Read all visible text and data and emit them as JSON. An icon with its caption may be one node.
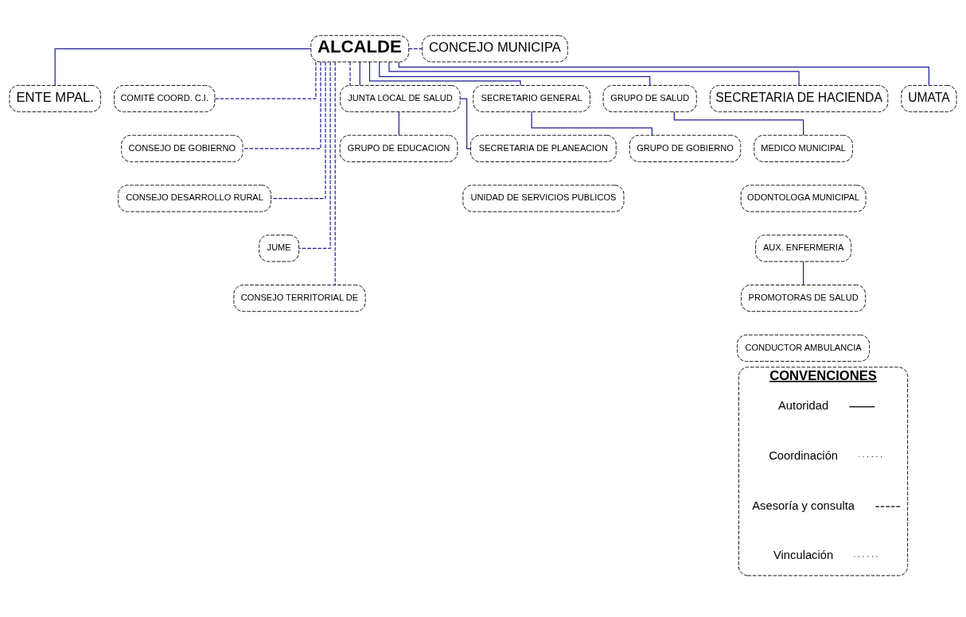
{
  "diagram": {
    "nodes": [
      {
        "text": [
          "ALCALDE"
        ]
      },
      {
        "text": [
          "CONCEJO MUNICIPA"
        ]
      },
      {
        "text": [
          "ENTE MPAL."
        ]
      },
      {
        "text": [
          "COMITÉ COORD. C.I."
        ]
      },
      {
        "text": [
          "CONSEJO DE GOBIERNO"
        ]
      },
      {
        "text": [
          "CONSEJO DESARROLLO RURAL"
        ]
      },
      {
        "text": [
          "JUME"
        ]
      },
      {
        "text": [
          "CONSEJO TERRITORIAL DE"
        ]
      },
      {
        "text": [
          "JUNTA LOCAL DE SALUD"
        ]
      },
      {
        "text": [
          "SECRETARIO GENERAL"
        ]
      },
      {
        "text": [
          "GRUPO DE GOBIERNO"
        ]
      },
      {
        "text": [
          "GRUPO DE SALUD"
        ]
      },
      {
        "text": [
          "MEDICO MUNICIPAL"
        ]
      },
      {
        "text": [
          "ODONTOLOGA MUNICIPAL"
        ]
      },
      {
        "text": [
          "AUX. ENFERMERIA"
        ]
      },
      {
        "text": [
          "PROMOTORAS DE SALUD"
        ]
      },
      {
        "text": [
          "CONDUCTOR AMBULANCIA"
        ]
      },
      {
        "text": [
          "SECRETARIA DE HACIENDA"
        ]
      },
      {
        "text": [
          "UMATA"
        ]
      },
      {
        "text": [
          "GRUPO DE EDUCACION"
        ]
      },
      {
        "text": [
          "SECRETARIA DE PLANEACION"
        ]
      },
      {
        "text": [
          "UNIDAD DE SERVICIOS PUBLICOS"
        ]
      },
      {
        "text": [
          "CONVENCIONES"
        ]
      }
    ],
    "edges": [
      {
        "from": 0,
        "to": 1,
        "arrow": "none",
        "style": "dashed"
      },
      {
        "from": 0,
        "to": 2,
        "arrow": "none"
      },
      {
        "from": 0,
        "to": 3,
        "arrow": "none",
        "style": "dashed"
      },
      {
        "from": 0,
        "to": 4,
        "arrow": "none",
        "style": "dashed"
      },
      {
        "from": 0,
        "to": 5,
        "arrow": "none",
        "style": "dashed"
      },
      {
        "from": 0,
        "to": 6,
        "arrow": "none",
        "style": "dashed"
      },
      {
        "from": 0,
        "to": 7,
        "arrow": "none",
        "style": "dashed"
      },
      {
        "from": 0,
        "to": 8,
        "arrow": "none",
        "style": "dashed"
      },
      {
        "from": 0,
        "to": 8,
        "arrow": "none"
      },
      {
        "from": 0,
        "to": 9,
        "arrow": "none"
      },
      {
        "from": 0,
        "to": 11,
        "arrow": "none"
      },
      {
        "from": 0,
        "to": 17,
        "arrow": "none"
      },
      {
        "from": 0,
        "to": 18,
        "arrow": "none"
      },
      {
        "from": 8,
        "to": 19,
        "arrow": "none"
      },
      {
        "from": 8,
        "to": 20,
        "arrow": "none"
      },
      {
        "from": 9,
        "to": 10,
        "arrow": "none"
      },
      {
        "from": 11,
        "to": 12,
        "arrow": "none"
      },
      {
        "from": 14,
        "to": 15,
        "arrow": "none"
      }
    ],
    "legend": [
      {
        "text": "Autoridad"
      },
      {
        "text": "Coordinación"
      },
      {
        "text": "Asesoría y consulta"
      },
      {
        "text": "Vinculación"
      }
    ]
  }
}
